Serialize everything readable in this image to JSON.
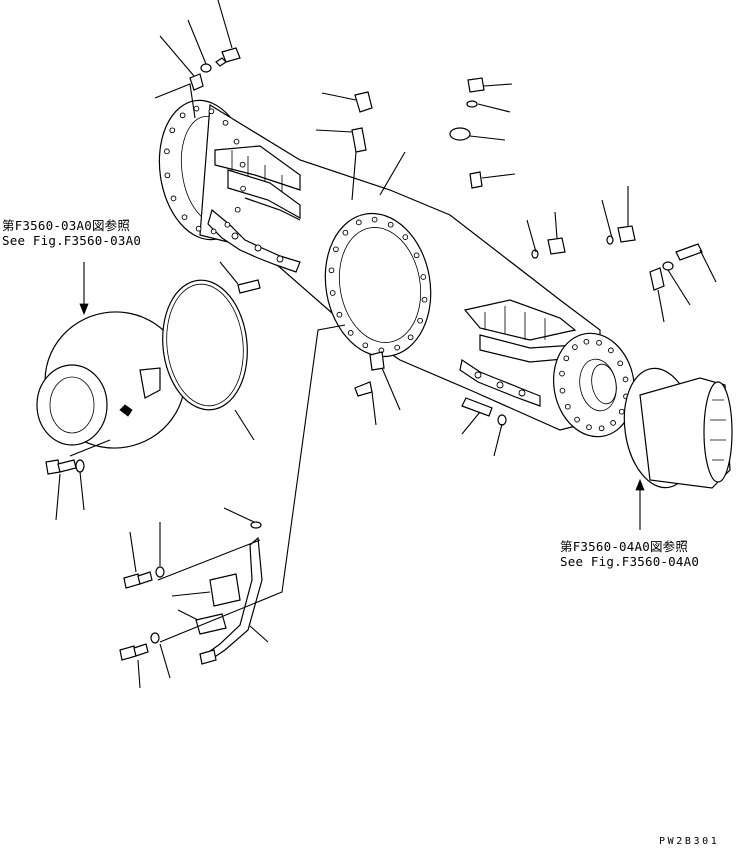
{
  "references": {
    "left_jp": "第F3560-03A0図参照",
    "left_en": "See Fig.F3560-03A0",
    "right_jp": "第F3560-04A0図参照",
    "right_en": "See Fig.F3560-04A0"
  },
  "page_code": "PW2B301"
}
